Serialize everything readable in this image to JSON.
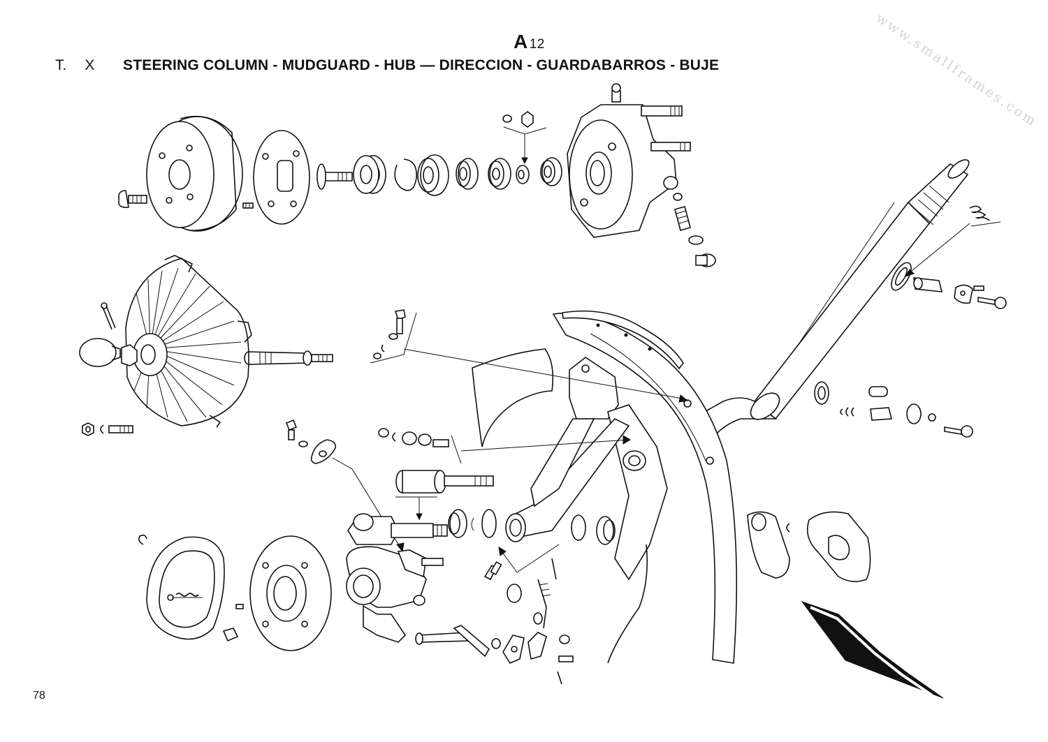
{
  "header": {
    "plate_code": "A",
    "plate_subscript": "12",
    "models": [
      "T.",
      "X"
    ],
    "title": "STEERING COLUMN - MUDGUARD - HUB — DIRECCION - GUARDABARROS - BUJE"
  },
  "page_number": "78",
  "watermark": "www.smallframes.com"
}
